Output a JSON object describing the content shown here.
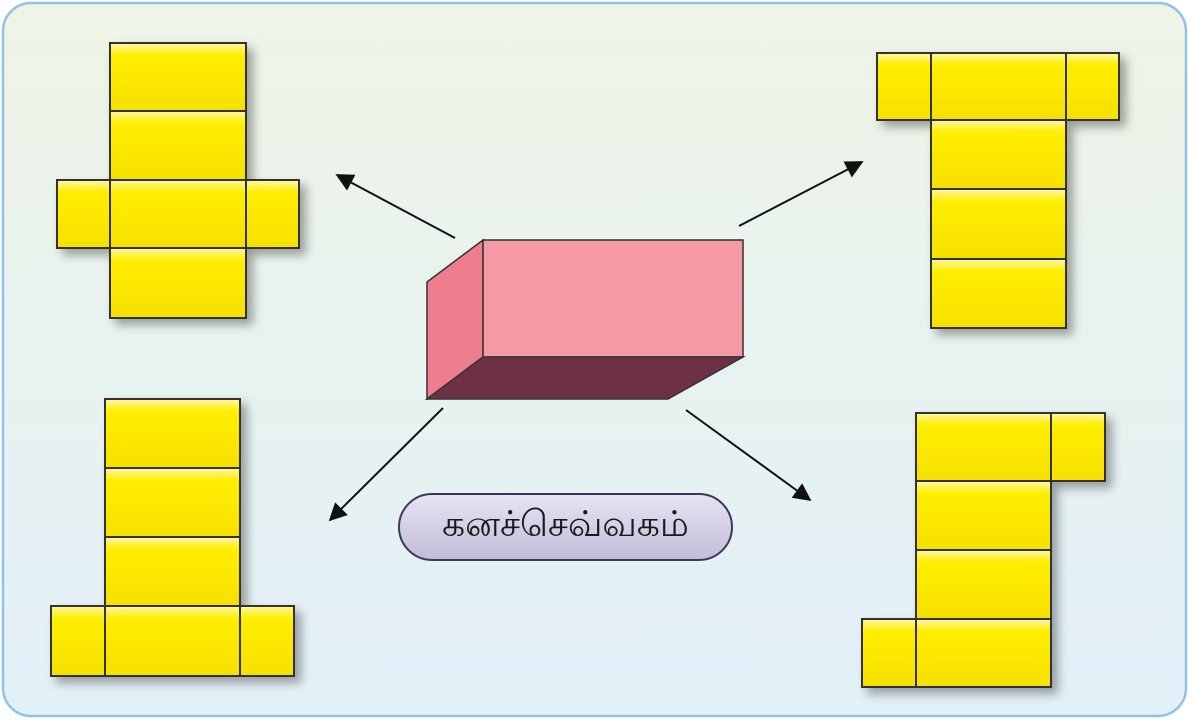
{
  "figure": {
    "center_label": "கனச்செவ்வகம்",
    "colors": {
      "panel_border": "#8fc3e8",
      "panel_top": "#eef4e6",
      "panel_bottom": "#e2f0f8",
      "net_face": "#ffee00",
      "net_face_highlight": "#fff9a0",
      "net_edge": "#333333",
      "cuboid_front": "#f39aa5",
      "cuboid_side": "#ee7e8e",
      "cuboid_bottom": "#6e3045",
      "arrow": "#111111"
    },
    "nets": [
      {
        "name": "net-top-left",
        "faces": 6
      },
      {
        "name": "net-top-right",
        "faces": 6
      },
      {
        "name": "net-bottom-left",
        "faces": 6
      },
      {
        "name": "net-bottom-right",
        "faces": 6
      }
    ],
    "arrows": [
      "arrow-to-top-left-net",
      "arrow-to-top-right-net",
      "arrow-to-bottom-left-net",
      "arrow-to-bottom-right-net"
    ]
  }
}
